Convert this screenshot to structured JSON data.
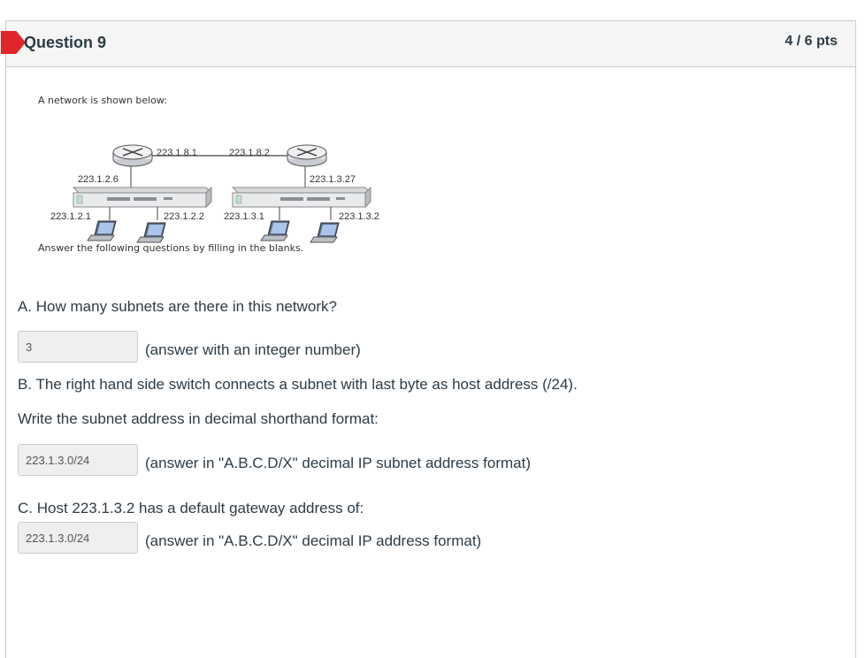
{
  "question": {
    "title": "Question 9",
    "points": "4 / 6 pts",
    "intro": "A network is shown below:",
    "instruction": "Answer the following questions by filling in the blanks."
  },
  "diagram": {
    "labels": {
      "r1_right": "223.1.8.1",
      "r2_left": "223.1.8.2",
      "r1_down": "223.1.2.6",
      "r2_down": "223.1.3.27",
      "h1": "223.1.2.1",
      "h2": "223.1.2.2",
      "h3": "223.1.3.1",
      "h4": "223.1.3.2"
    }
  },
  "parts": {
    "a": {
      "question": "A. How many subnets are there in this network?",
      "answer": "3",
      "hint": "(answer with an integer number)"
    },
    "b": {
      "question": "B. The right hand side switch connects a subnet with last byte as host address (/24).",
      "question2": "Write the subnet address in decimal shorthand format:",
      "answer": "223.1.3.0/24",
      "hint": "(answer in \"A.B.C.D/X\" decimal IP subnet address format)"
    },
    "c": {
      "question": "C. Host 223.1.3.2 has a default gateway address of:",
      "answer": "223.1.3.0/24",
      "hint": "(answer in \"A.B.C.D/X\" decimal IP address format)"
    }
  },
  "colors": {
    "flag": "#e0262a",
    "header_bg": "#f5f5f5",
    "text": "#2d3b45",
    "answer_bg": "#efefef"
  }
}
